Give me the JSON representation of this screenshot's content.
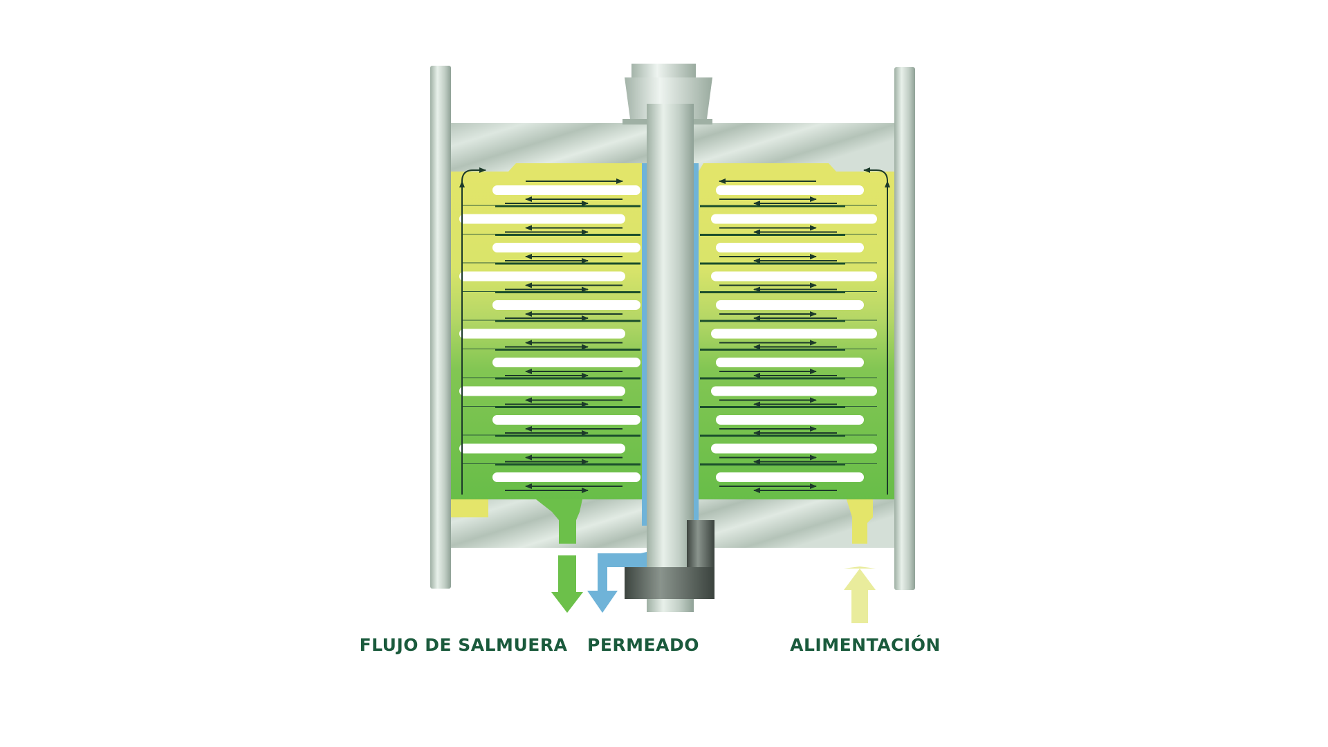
{
  "labels": {
    "brine": "FLUJO DE SALMUERA",
    "permeate": "PERMEADO",
    "feed": "ALIMENTACIÓN"
  },
  "colors": {
    "label_text": "#1a5a3c",
    "feed_yellow": "#e4e56a",
    "feed_arrow": "#e9ec9c",
    "brine_green": "#6cc04a",
    "permeate_blue": "#6fb3d8",
    "steel_light": "#e7efe9",
    "steel_dark": "#a9b8ae",
    "flow_line": "#1c3a2a"
  },
  "icons": {
    "brine_out": "arrow-down-icon",
    "permeate_out": "arrow-down-icon",
    "feed_in": "arrow-up-icon",
    "bolt": "hex-nut-icon"
  },
  "plates_per_side": 11
}
